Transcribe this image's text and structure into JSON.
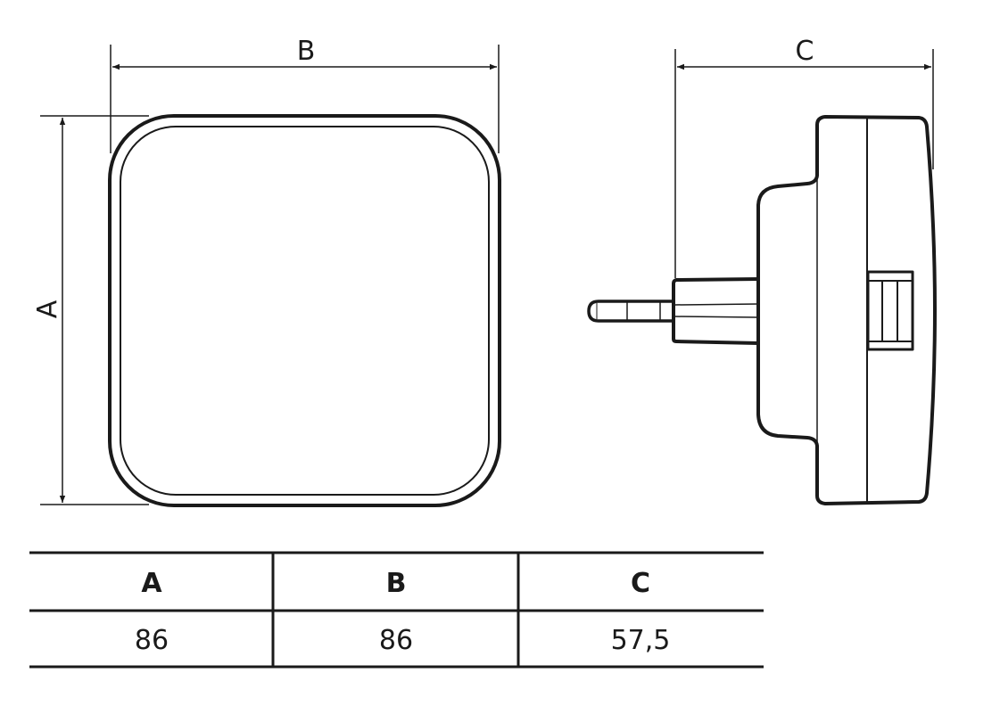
{
  "diagram": {
    "dimension_labels": {
      "a": "A",
      "b": "B",
      "c": "C"
    }
  },
  "table": {
    "headers": [
      "A",
      "B",
      "C"
    ],
    "values": [
      "86",
      "86",
      "57,5"
    ]
  }
}
